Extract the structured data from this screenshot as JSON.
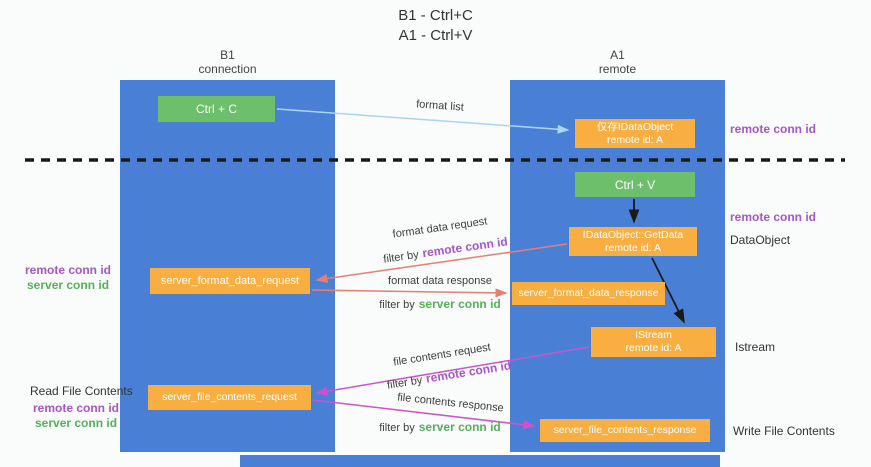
{
  "title": {
    "line1": "B1 - Ctrl+C",
    "line2": "A1 - Ctrl+V"
  },
  "lanes": {
    "left": {
      "name": "B1",
      "subtitle": "connection"
    },
    "right": {
      "name": "A1",
      "subtitle": "remote"
    }
  },
  "nodes": {
    "ctrl_c": {
      "label": "Ctrl + C"
    },
    "ctrl_v": {
      "label": "Ctrl + V"
    },
    "idataobject": {
      "line1": "仅存IDataObject",
      "line2": "remote id: A"
    },
    "getdata": {
      "line1": "IDataObject::GetData",
      "line2": "remote id: A"
    },
    "istream": {
      "line1": "IStream",
      "line2": "remote id: A"
    },
    "format_request": {
      "label": "server_format_data_request"
    },
    "format_response": {
      "label": "server_format_data_response"
    },
    "file_request": {
      "label": "server_file_contents_request"
    },
    "file_response": {
      "label": "server_file_contents_response"
    }
  },
  "arrow_labels": {
    "format_list": "format list",
    "format_data_request": "format data request",
    "format_data_response": "format data response",
    "file_contents_request": "file contents request",
    "file_contents_response": "file contents response",
    "filter_by": "filter by",
    "remote_conn_id": "remote conn id",
    "server_conn_id": "server conn id"
  },
  "annotations": {
    "right_remote_conn_1": "remote conn id",
    "right_remote_conn_2": "remote conn id",
    "dataobject": "DataObject",
    "istream": "Istream",
    "read_file": "Read File Contents",
    "write_file": "Write File Contents",
    "left_remote_conn_1": "remote conn id",
    "left_server_conn_1": "server conn id",
    "left_remote_conn_2": "remote conn id",
    "left_server_conn_2": "server conn id"
  },
  "colors": {
    "bg": "#fafbfb",
    "lane_blue": "#4a7fd6",
    "box_green": "#6dbf6b",
    "box_orange": "#f9ae42",
    "arrow_blue": "#a9d6ee",
    "arrow_red": "#e87e72",
    "arrow_magenta": "#cf52cc",
    "text_purple": "#a855c8",
    "text_green": "#53b156"
  }
}
